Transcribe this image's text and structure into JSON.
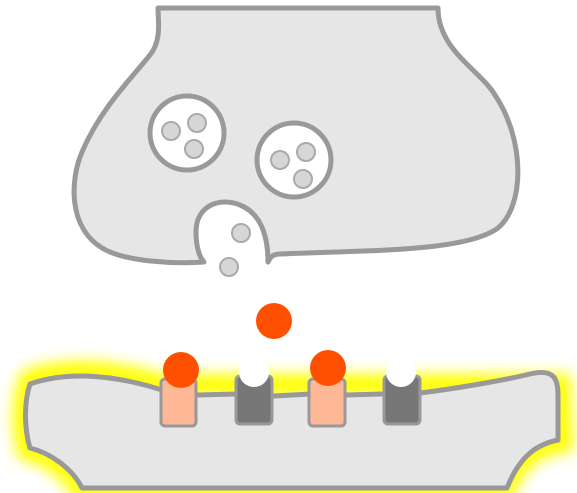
{
  "diagram": {
    "colors": {
      "membrane_fill": "#e6e6e6",
      "membrane_stroke": "#999999",
      "vesicle_fill": "#ffffff",
      "vesicle_stroke": "#999999",
      "molecule_fill": "#d6d6d6",
      "molecule_stroke": "#aaaaaa",
      "ligand": "#ff5000",
      "receptor_bound": "#ffb896",
      "receptor_unbound": "#777777",
      "glow": "#ffff00"
    },
    "structures": [
      "presynaptic-terminal",
      "synaptic-vesicle",
      "synaptic-vesicle",
      "fusing-vesicle",
      "synaptic-cleft",
      "postsynaptic-membrane"
    ],
    "vesicles": [
      {
        "molecules": 3
      },
      {
        "molecules": 3
      }
    ],
    "receptors": [
      {
        "state": "bound"
      },
      {
        "state": "unbound"
      },
      {
        "state": "bound"
      },
      {
        "state": "unbound"
      }
    ],
    "free_ligands": 1,
    "released_molecules": 2,
    "postsynaptic_highlight": "glow"
  }
}
